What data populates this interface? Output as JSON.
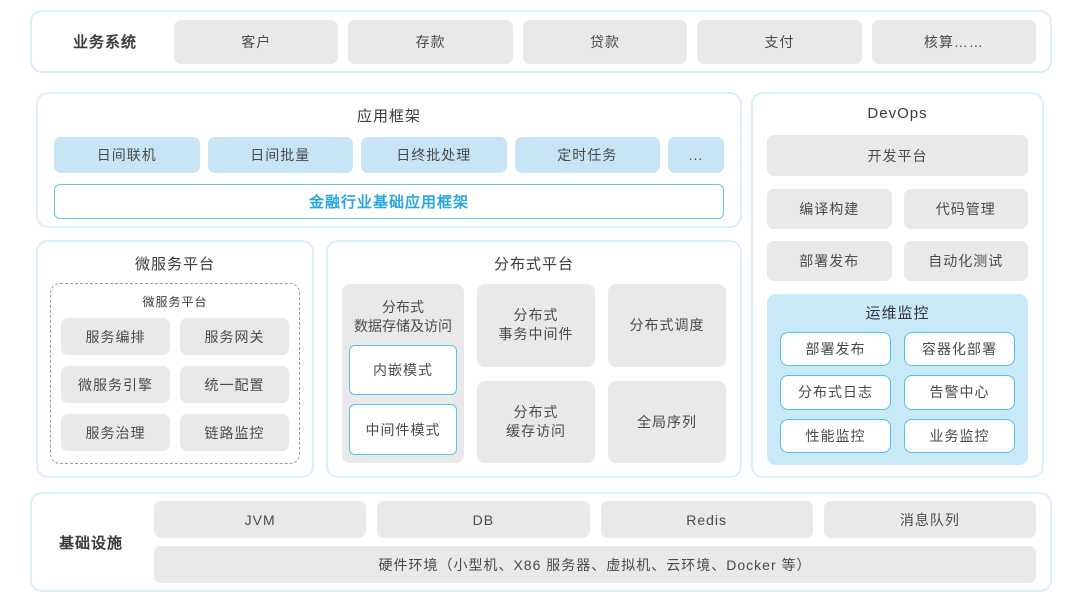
{
  "colors": {
    "panel_border": "#d8eef8",
    "gray_block": "#e9e9e9",
    "blue_block": "#c8e5f5",
    "monitor_bg": "#c9e9f8",
    "cyan_border": "#4fc0e8",
    "accent_text": "#2aa7e0",
    "text": "#4a4a4a"
  },
  "business_systems": {
    "label": "业务系统",
    "items": [
      "客户",
      "存款",
      "贷款",
      "支付",
      "核算……"
    ]
  },
  "app_framework": {
    "title": "应用框架",
    "items": [
      "日间联机",
      "日间批量",
      "日终批处理",
      "定时任务",
      "..."
    ],
    "base": "金融行业基础应用框架"
  },
  "microservice": {
    "title": "微服务平台",
    "inner_title": "微服务平台",
    "items": [
      "服务编排",
      "服务网关",
      "微服务引擎",
      "统一配置",
      "服务治理",
      "链路监控"
    ]
  },
  "distributed": {
    "title": "分布式平台",
    "storage": {
      "title": "分布式\n数据存储及访问",
      "modes": [
        "内嵌模式",
        "中间件模式"
      ]
    },
    "col1": [
      "分布式\n事务中间件",
      "分布式\n缓存访问"
    ],
    "col2": [
      "分布式调度",
      "全局序列"
    ]
  },
  "devops": {
    "title": "DevOps",
    "platform": "开发平台",
    "items": [
      "编译构建",
      "代码管理",
      "部署发布",
      "自动化测试"
    ],
    "monitor": {
      "title": "运维监控",
      "items": [
        "部署发布",
        "容器化部署",
        "分布式日志",
        "告警中心",
        "性能监控",
        "业务监控"
      ]
    }
  },
  "infrastructure": {
    "label": "基础设施",
    "items": [
      "JVM",
      "DB",
      "Redis",
      "消息队列"
    ],
    "hardware": "硬件环境（小型机、X86 服务器、虚拟机、云环境、Docker 等）"
  }
}
